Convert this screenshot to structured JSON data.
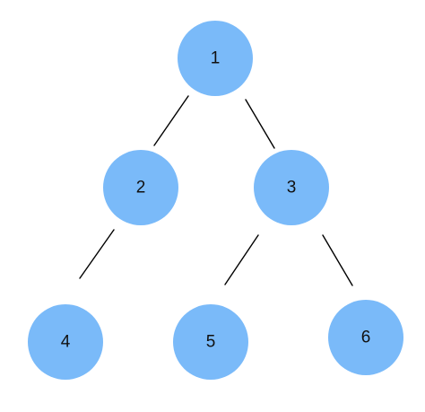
{
  "colors": {
    "node_fill": "#7abaf9",
    "edge": "#000000",
    "label": "#111111",
    "background": "#ffffff"
  },
  "tree": {
    "nodes": [
      {
        "id": "n1",
        "label": "1"
      },
      {
        "id": "n2",
        "label": "2"
      },
      {
        "id": "n3",
        "label": "3"
      },
      {
        "id": "n4",
        "label": "4"
      },
      {
        "id": "n5",
        "label": "5"
      },
      {
        "id": "n6",
        "label": "6"
      }
    ],
    "edges": [
      {
        "from": "n1",
        "to": "n2"
      },
      {
        "from": "n1",
        "to": "n3"
      },
      {
        "from": "n2",
        "to": "n4"
      },
      {
        "from": "n3",
        "to": "n5"
      },
      {
        "from": "n3",
        "to": "n6"
      }
    ]
  }
}
